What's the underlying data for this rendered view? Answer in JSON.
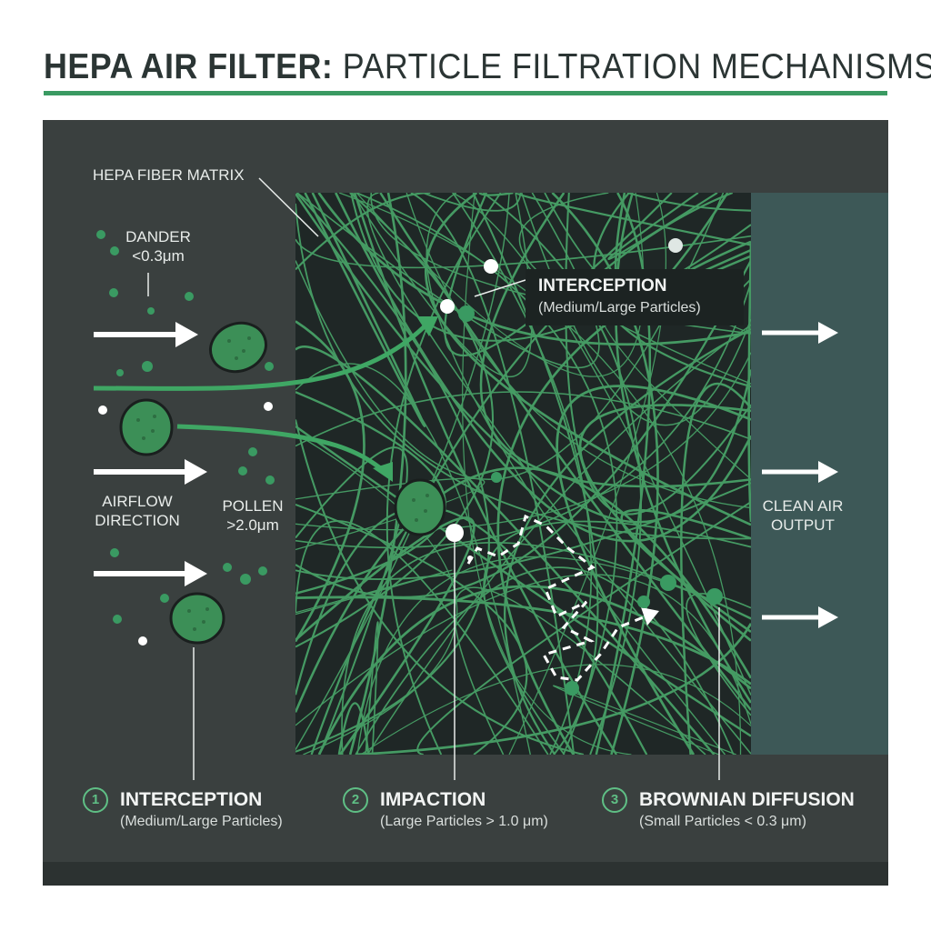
{
  "title": {
    "bold_part": "HEPA AIR FILTER:",
    "light_part": "PARTICLE FILTRATION MECHANISMS"
  },
  "labels": {
    "fiber_matrix": "HEPA FIBER MATRIX",
    "dander_line1": "DANDER",
    "dander_line2": "<0.3μm",
    "airflow_line1": "AIRFLOW",
    "airflow_line2": "DIRECTION",
    "pollen_line1": "POLLEN",
    "pollen_line2": ">2.0μm",
    "clean_line1": "CLEAN AIR",
    "clean_line2": "OUTPUT"
  },
  "callout": {
    "title": "INTERCEPTION",
    "subtitle": "(Medium/Large Particles)"
  },
  "mechanisms": [
    {
      "number": "1",
      "title": "INTERCEPTION",
      "subtitle": "(Medium/Large Particles)"
    },
    {
      "number": "2",
      "title": "IMPACTION",
      "subtitle": "(Large Particles > 1.0 μm)"
    },
    {
      "number": "3",
      "title": "BROWNIAN DIFFUSION",
      "subtitle": "(Small Particles < 0.3 μm)"
    }
  ],
  "colors": {
    "accent_green": "#3a9a62",
    "panel": "#3a403f",
    "fiber_box": "#1f2726",
    "clean_zone": "#3d5857",
    "fiber": "#4caf6e",
    "pollen": "#3c8f57"
  }
}
